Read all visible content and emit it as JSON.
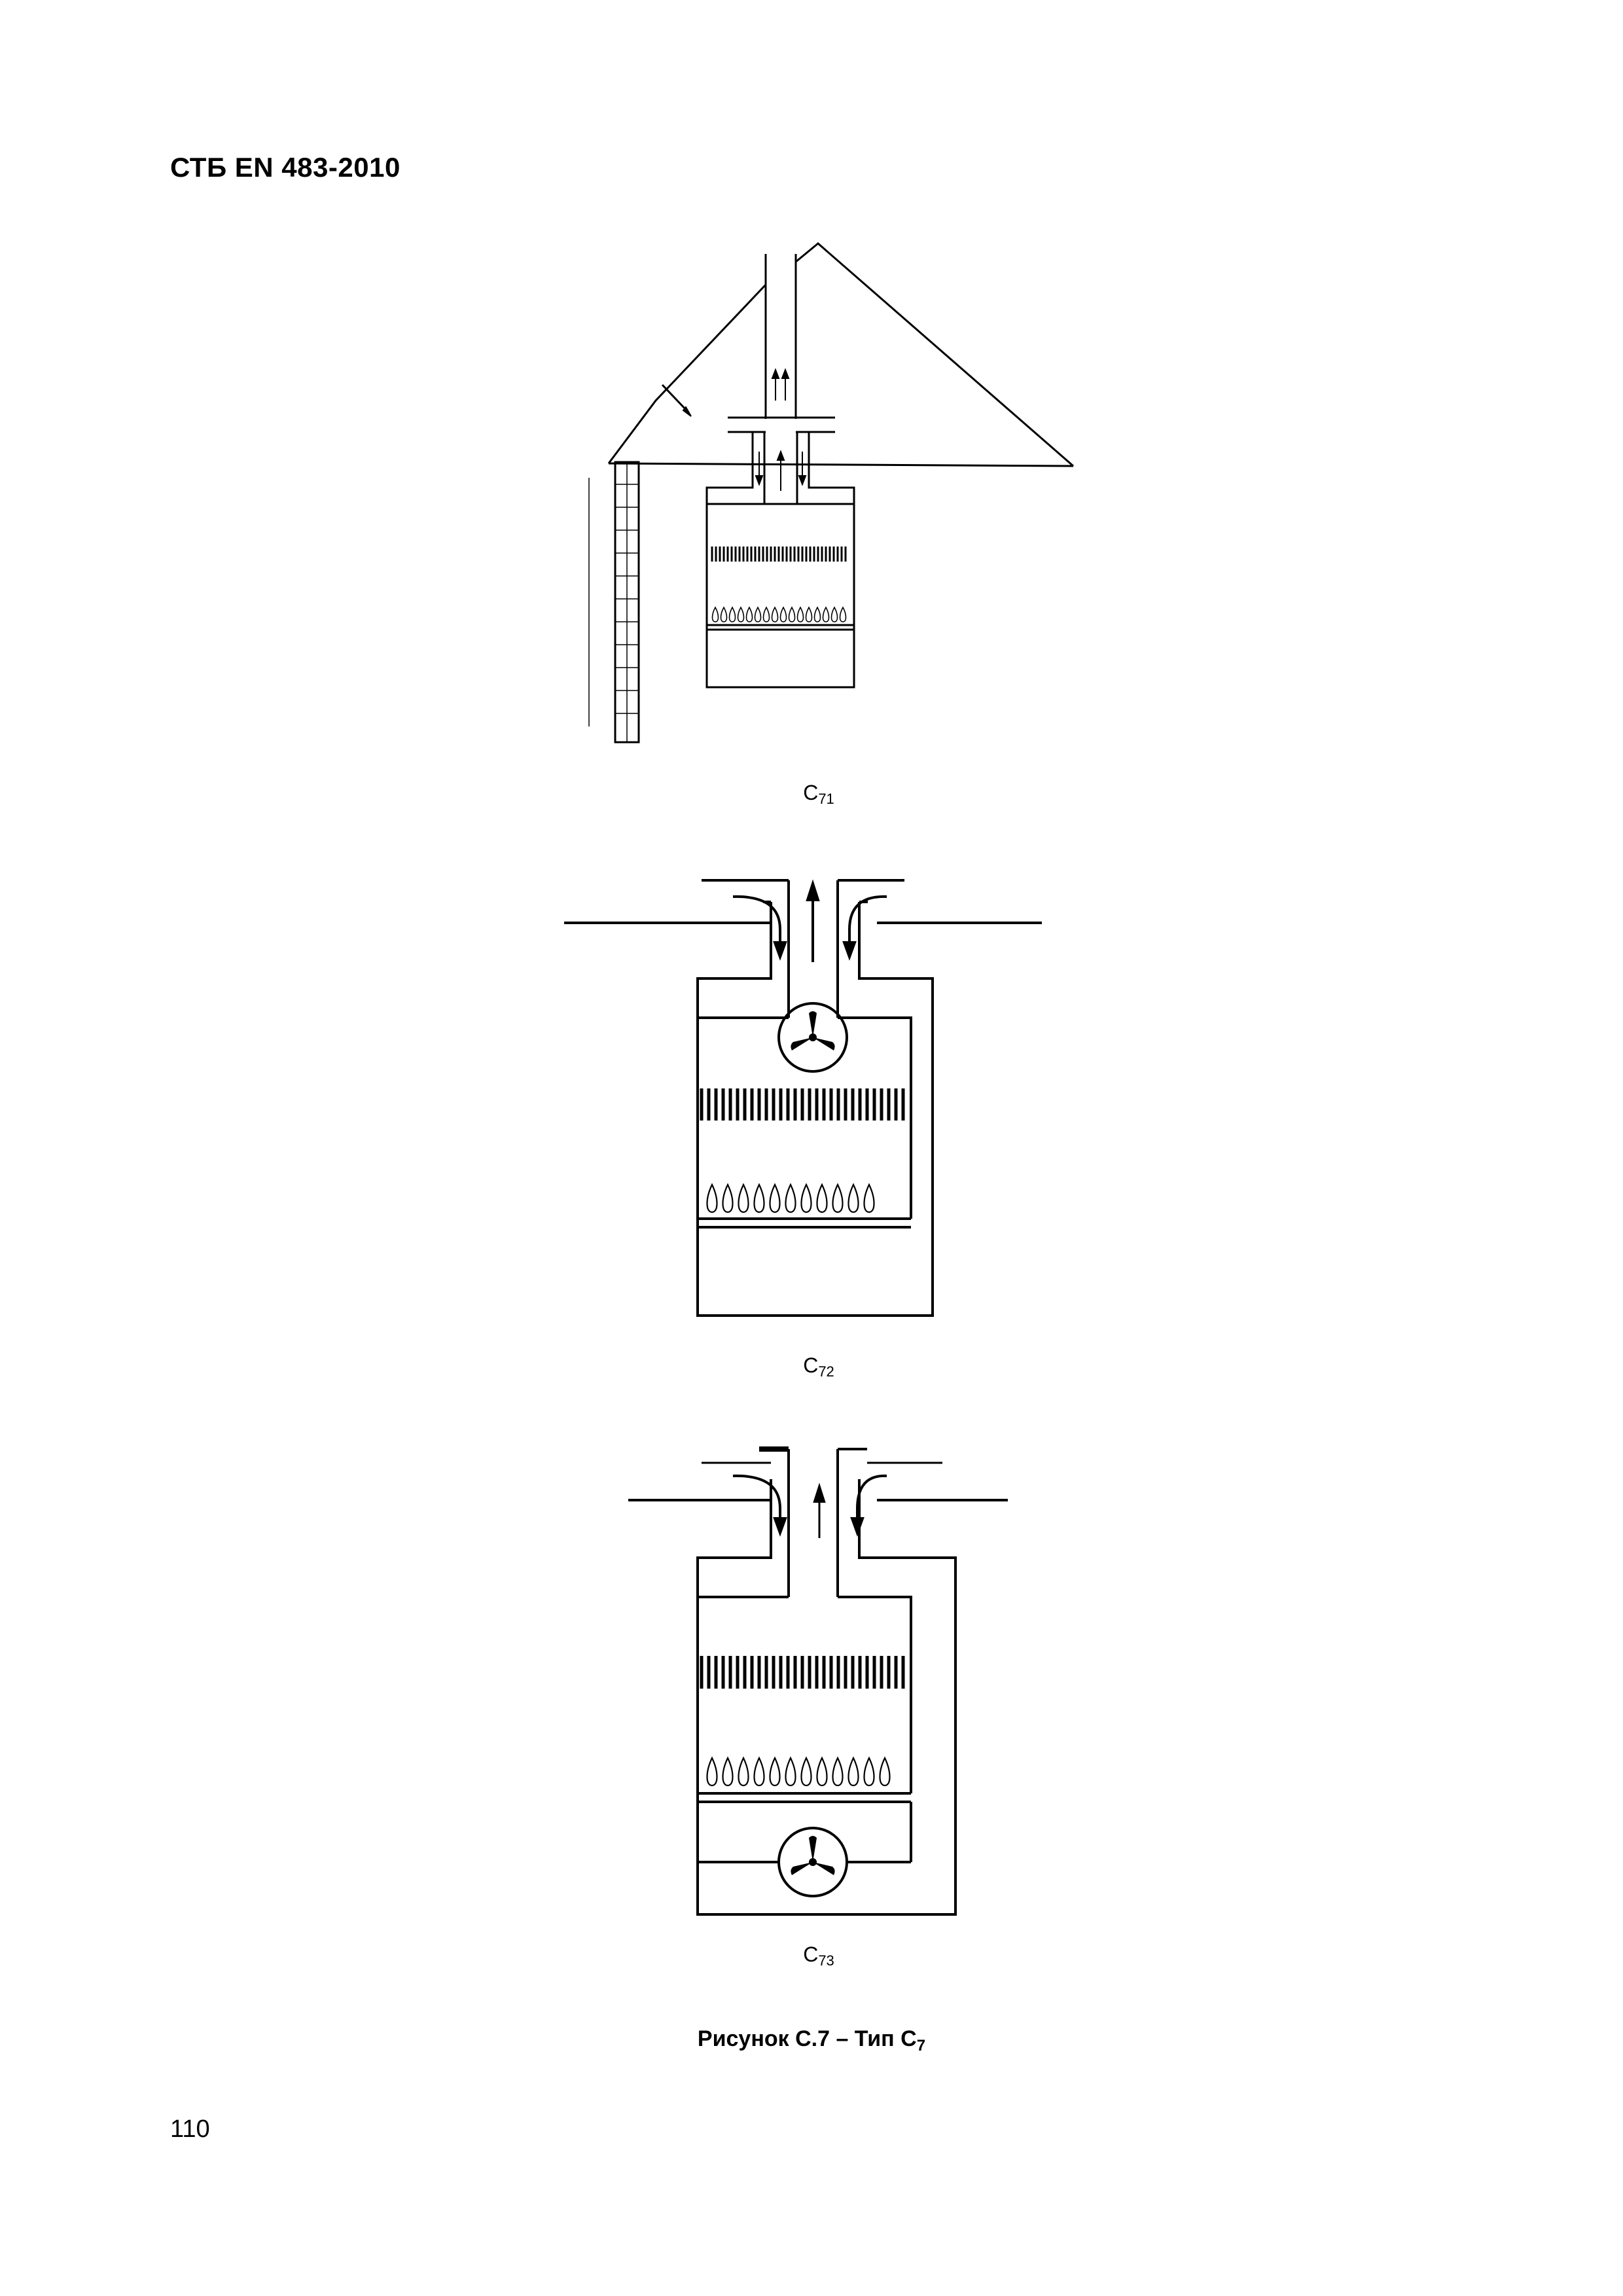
{
  "header": {
    "standard": "СТБ EN 483-2010"
  },
  "figures": [
    {
      "label_main": "C",
      "label_sub": "71"
    },
    {
      "label_main": "C",
      "label_sub": "72"
    },
    {
      "label_main": "C",
      "label_sub": "73"
    }
  ],
  "caption": {
    "text": "Рисунок С.7 – Тип С",
    "sub": "7"
  },
  "footer": {
    "page_number": "110"
  }
}
